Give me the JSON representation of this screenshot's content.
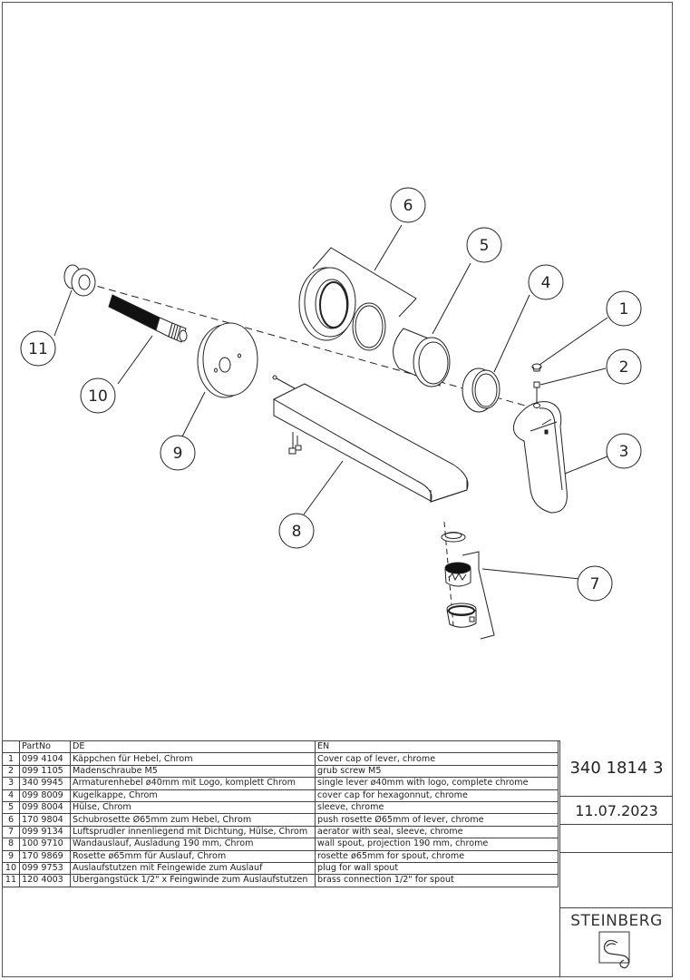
{
  "drawing": {
    "callouts": [
      "1",
      "2",
      "3",
      "4",
      "5",
      "6",
      "7",
      "8",
      "9",
      "10",
      "11"
    ]
  },
  "parts_table": {
    "headers": {
      "no": "",
      "part_no": "PartNo",
      "de": "DE",
      "en": "EN"
    },
    "rows": [
      {
        "no": "1",
        "part_no": "099 4104",
        "de": "Käppchen für Hebel, Chrom",
        "en": "Cover cap of lever, chrome"
      },
      {
        "no": "2",
        "part_no": "099 1105",
        "de": "Madenschraube M5",
        "en": "grub screw M5"
      },
      {
        "no": "3",
        "part_no": "340 9945",
        "de": "Armaturenhebel ø40mm mit Logo, komplett Chrom",
        "en": "single lever ø40mm with logo, complete chrome"
      },
      {
        "no": "4",
        "part_no": "099 8009",
        "de": "Kugelkappe, Chrom",
        "en": "cover cap for hexagonnut, chrome"
      },
      {
        "no": "5",
        "part_no": "099 8004",
        "de": "Hülse, Chrom",
        "en": "sleeve, chrome"
      },
      {
        "no": "6",
        "part_no": "170 9804",
        "de": "Schubrosette Ø65mm zum Hebel, Chrom",
        "en": "push rosette Ø65mm of lever, chrome"
      },
      {
        "no": "7",
        "part_no": "099 9134",
        "de": "Luftsprudler innenliegend mit Dichtung, Hülse, Chrom",
        "en": "aerator with seal, sleeve, chrome"
      },
      {
        "no": "8",
        "part_no": "100 9710",
        "de": "Wandauslauf, Ausladung 190 mm, Chrom",
        "en": "wall spout, projection 190 mm, chrome"
      },
      {
        "no": "9",
        "part_no": "170 9869",
        "de": "Rosette ø65mm für Auslauf, Chrom",
        "en": "rosette ø65mm for spout, chrome"
      },
      {
        "no": "10",
        "part_no": "099 9753",
        "de": "Auslaufstutzen mit Feingewide zum Auslauf",
        "en": "plug for wall spout"
      },
      {
        "no": "11",
        "part_no": "120 4003",
        "de": "Übergangstück 1/2\" x Feingwinde zum Auslaufstutzen",
        "en": "brass connection 1/2\" for spout"
      }
    ]
  },
  "title_block": {
    "document_number": "340 1814 3",
    "date": "11.07.2023",
    "brand": "STEINBERG",
    "logo_icon": "steinberg-logo-icon"
  }
}
